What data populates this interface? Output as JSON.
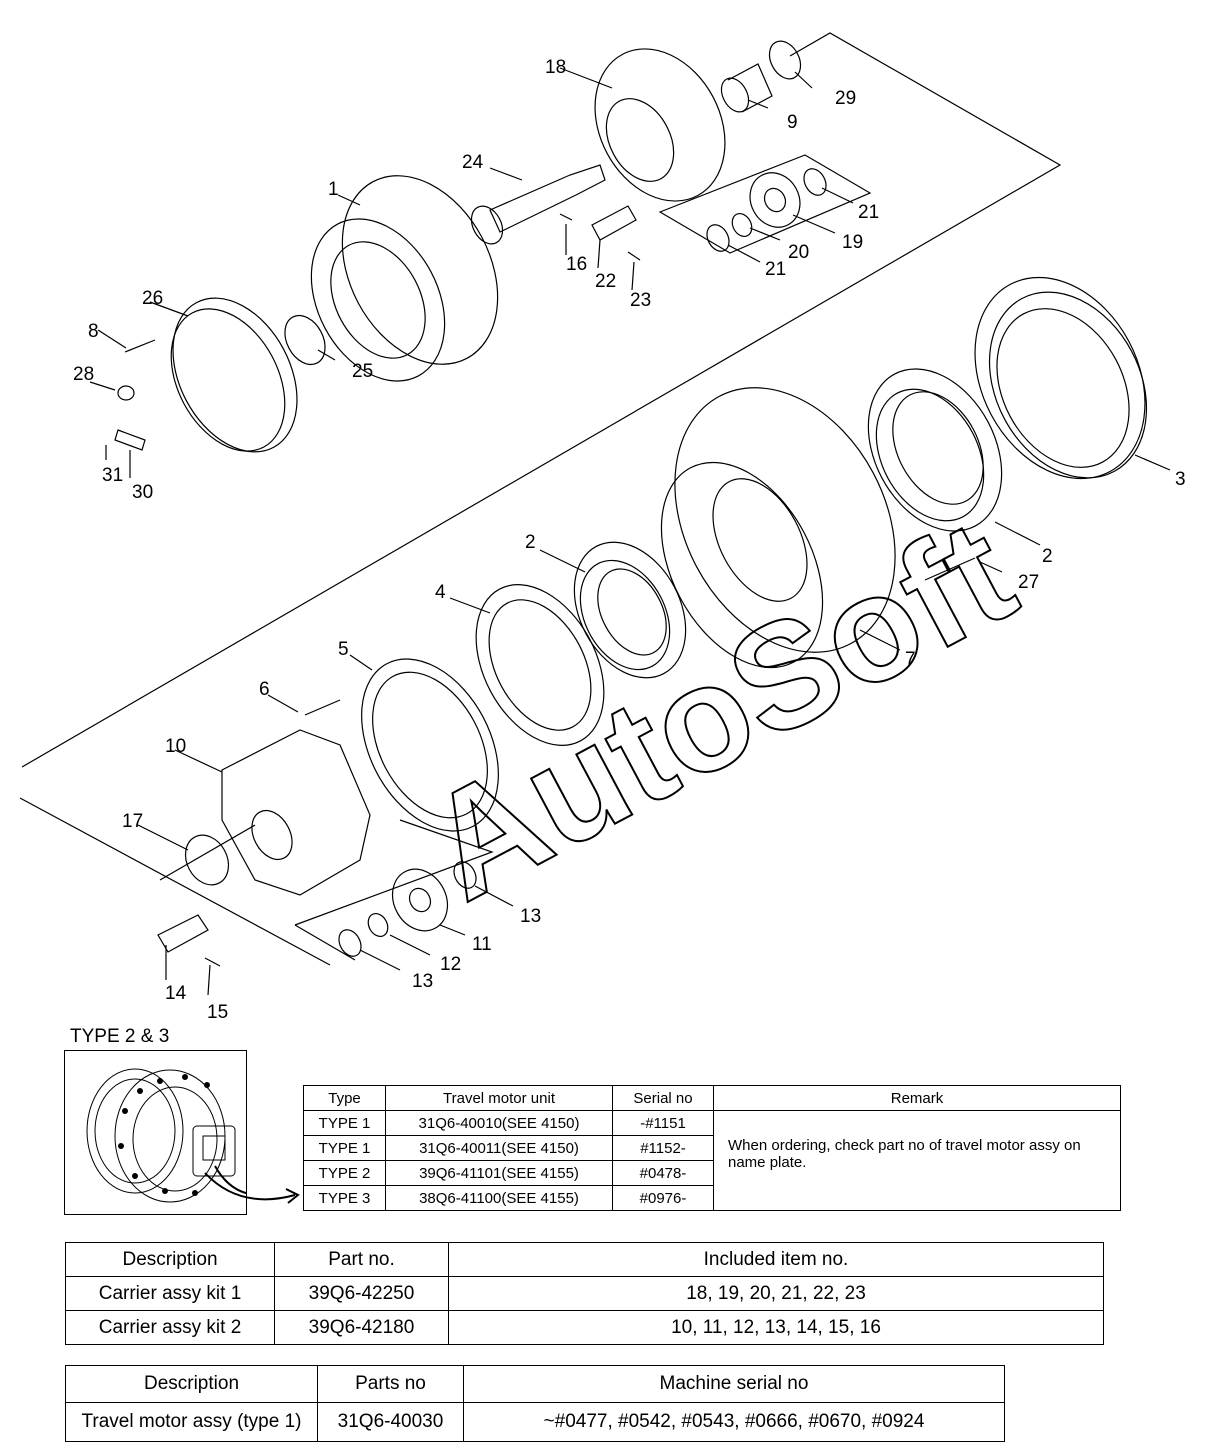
{
  "watermark": "AutoSoft",
  "callouts": [
    "1",
    "2",
    "2",
    "3",
    "4",
    "5",
    "6",
    "7",
    "8",
    "9",
    "10",
    "11",
    "12",
    "13",
    "13",
    "14",
    "15",
    "16",
    "17",
    "18",
    "19",
    "20",
    "21",
    "21",
    "22",
    "23",
    "24",
    "25",
    "26",
    "27",
    "28",
    "29",
    "30",
    "31"
  ],
  "type_heading": "TYPE 2 & 3",
  "type_table": {
    "headers": [
      "Type",
      "Travel motor unit",
      "Serial no",
      "Remark"
    ],
    "rows": [
      {
        "type": "TYPE 1",
        "unit": "31Q6-40010(SEE 4150)",
        "serial": "-#1151"
      },
      {
        "type": "TYPE 1",
        "unit": "31Q6-40011(SEE 4150)",
        "serial": "#1152-"
      },
      {
        "type": "TYPE 2",
        "unit": "39Q6-41101(SEE 4155)",
        "serial": "#0478-"
      },
      {
        "type": "TYPE 3",
        "unit": "38Q6-41100(SEE 4155)",
        "serial": "#0976-"
      }
    ],
    "remark": "When ordering, check part no of travel motor assy on name plate."
  },
  "kit_table": {
    "headers": [
      "Description",
      "Part no.",
      "Included item no."
    ],
    "rows": [
      {
        "description": "Carrier assy kit 1",
        "part_no": "39Q6-42250",
        "items": "18, 19, 20, 21, 22, 23"
      },
      {
        "description": "Carrier assy kit 2",
        "part_no": "39Q6-42180",
        "items": "10, 11, 12, 13, 14, 15, 16"
      }
    ]
  },
  "assy_table": {
    "headers": [
      "Description",
      "Parts no",
      "Machine serial no"
    ],
    "rows": [
      {
        "description": "Travel motor assy (type 1)",
        "parts_no": "31Q6-40030",
        "serial": "~#0477, #0542, #0543, #0666, #0670, #0924"
      }
    ]
  }
}
